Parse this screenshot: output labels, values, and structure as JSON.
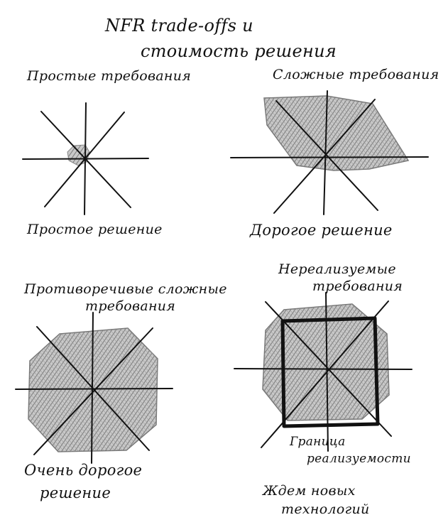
{
  "title": {
    "line1": "NFR trade-offs и",
    "line2": "стоимость решения"
  },
  "panels": [
    {
      "requirements": "Простые требования",
      "solution": "Простое решение"
    },
    {
      "requirements": "Сложные требования",
      "solution": "Дорогое решение"
    },
    {
      "requirements_line1": "Противоречивые сложные",
      "requirements_line2": "требования",
      "solution_line1": "Очень дорогое",
      "solution_line2": "решение"
    },
    {
      "requirements_line1": "Нереализуемые",
      "requirements_line2": "требования",
      "boundary_line1": "Граница",
      "boundary_line2": "реализуемости",
      "waiting_line1": "Ждем новых",
      "waiting_line2": "технологий"
    }
  ],
  "colors": {
    "ink": "#111111",
    "shade": "#8a8a8a"
  }
}
